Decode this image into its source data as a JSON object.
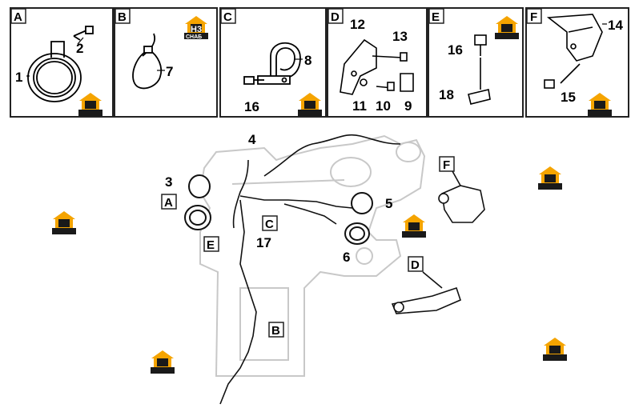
{
  "panels": [
    {
      "letter": "A",
      "parts": [
        "1",
        "2"
      ]
    },
    {
      "letter": "B",
      "parts": [
        "7"
      ]
    },
    {
      "letter": "C",
      "parts": [
        "8",
        "16"
      ]
    },
    {
      "letter": "D",
      "parts": [
        "12",
        "13",
        "11",
        "10",
        "9"
      ]
    },
    {
      "letter": "E",
      "parts": [
        "16",
        "18"
      ]
    },
    {
      "letter": "F",
      "parts": [
        "14",
        "15"
      ]
    }
  ],
  "main_labels": {
    "harness_upper": "4",
    "horn_left": "3",
    "horn_right": "5",
    "bracket_right": "6",
    "harness_lower": "17",
    "callout_A": "A",
    "callout_B": "B",
    "callout_C": "C",
    "callout_D": "D",
    "callout_E": "E",
    "callout_F": "F"
  },
  "watermark": {
    "mark": "H3",
    "text": "CHAБ"
  },
  "colors": {
    "line": "#000000",
    "frame": "#222222",
    "logo_orange": "#f5a400",
    "logo_dark": "#1a1a1a",
    "ghost": "#c8c8c8"
  }
}
